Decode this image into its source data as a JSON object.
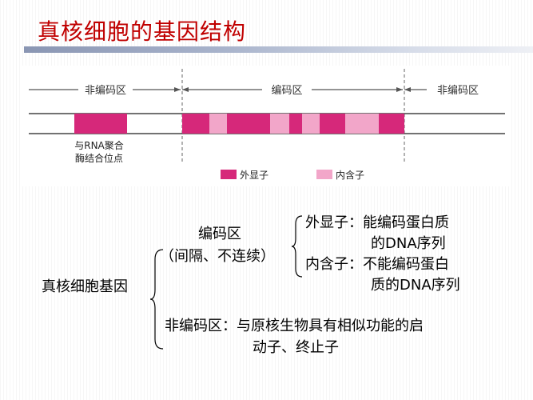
{
  "title": "真核细胞的基因结构",
  "figure": {
    "region_left": "非编码区",
    "region_middle": "编码区",
    "region_right": "非编码区",
    "annotation_line1": "与RNA聚合",
    "annotation_line2": "酶结合位点",
    "legend_exon": "外显子",
    "legend_intron": "内含子",
    "colors": {
      "exon": "#d6287a",
      "intron": "#f2a6c9",
      "strand": "#444444"
    }
  },
  "outline": {
    "root": "真核细胞基因",
    "coding_label": "编码区",
    "coding_note": "（间隔、不连续）",
    "exon_line1": "外显子：能编码蛋白质",
    "exon_line2": "的DNA序列",
    "intron_line1": "内含子：不能编码蛋白",
    "intron_line2": "质的DNA序列",
    "noncoding_line1": "非编码区：与原核生物具有相似功能的启",
    "noncoding_line2": "动子、终止子"
  }
}
